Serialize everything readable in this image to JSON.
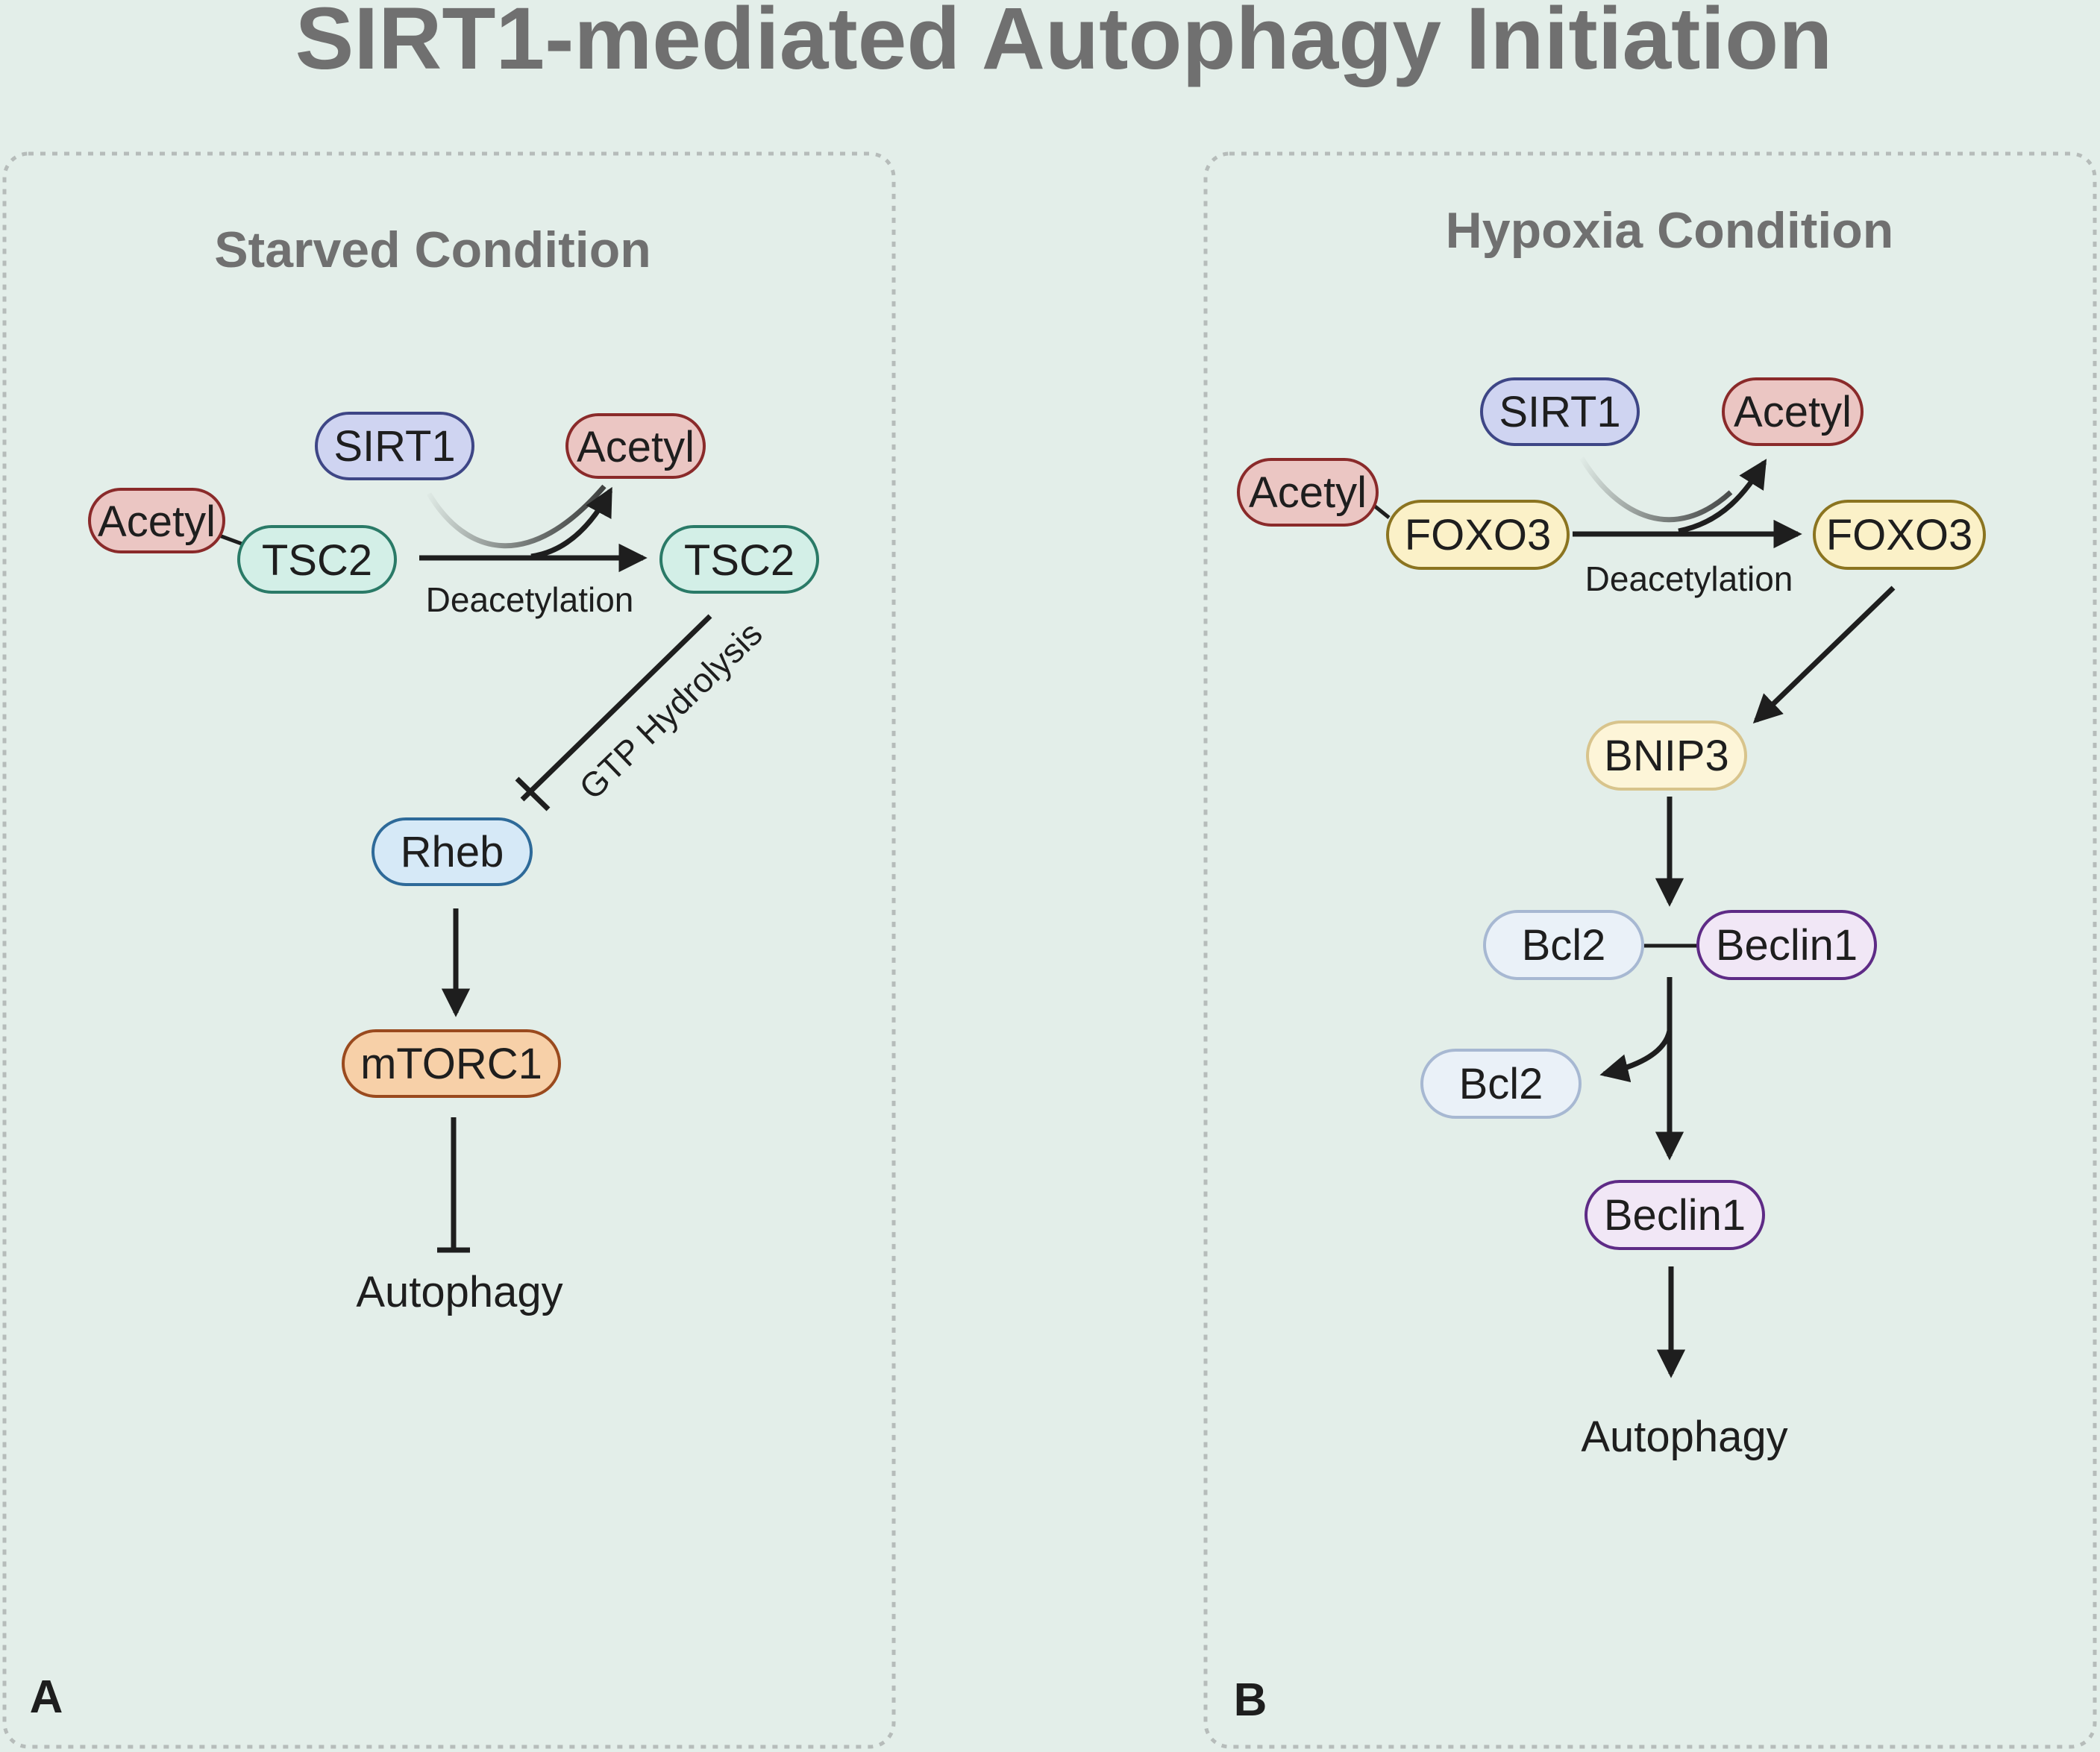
{
  "title": "SIRT1-mediated Autophagy Initiation",
  "colors": {
    "background": "#e3eee9",
    "acetyl": {
      "fill": "#ebc6c3",
      "stroke": "#8a2a2a"
    },
    "sirt1": {
      "fill": "#cfd4f1",
      "stroke": "#3e4686"
    },
    "tsc2": {
      "fill": "#d3efe7",
      "stroke": "#2a7a67"
    },
    "rheb": {
      "fill": "#d6e9f7",
      "stroke": "#2e6a99"
    },
    "mtorc1": {
      "fill": "#f7d0a8",
      "stroke": "#9a4a1e"
    },
    "foxo3": {
      "fill": "#fbf1c8",
      "stroke": "#8b7420"
    },
    "bnip3": {
      "fill": "#fdf5d8",
      "stroke": "#d8c48c"
    },
    "bcl2": {
      "fill": "#eaf1f8",
      "stroke": "#a7b8d2"
    },
    "beclin1": {
      "fill": "#f1e7f6",
      "stroke": "#5e2b86"
    }
  },
  "panel_a": {
    "letter": "A",
    "title": "Starved Condition",
    "nodes": {
      "acetyl_left": "Acetyl",
      "sirt1": "SIRT1",
      "acetyl_released": "Acetyl",
      "tsc2_acetylated": "TSC2",
      "tsc2_deacetylated": "TSC2",
      "rheb": "Rheb",
      "mtorc1": "mTORC1"
    },
    "labels": {
      "deacetylation": "Deacetylation",
      "gtp_hydrolysis": "GTP Hydrolysis"
    },
    "outcome": "Autophagy"
  },
  "panel_b": {
    "letter": "B",
    "title": "Hypoxia Condition",
    "nodes": {
      "acetyl_left": "Acetyl",
      "sirt1": "SIRT1",
      "acetyl_released": "Acetyl",
      "foxo3_acetylated": "FOXO3",
      "foxo3_deacetylated": "FOXO3",
      "bnip3": "BNIP3",
      "bcl2_complex": "Bcl2",
      "beclin1_complex": "Beclin1",
      "bcl2_released": "Bcl2",
      "beclin1_free": "Beclin1"
    },
    "labels": {
      "deacetylation": "Deacetylation"
    },
    "outcome": "Autophagy"
  }
}
